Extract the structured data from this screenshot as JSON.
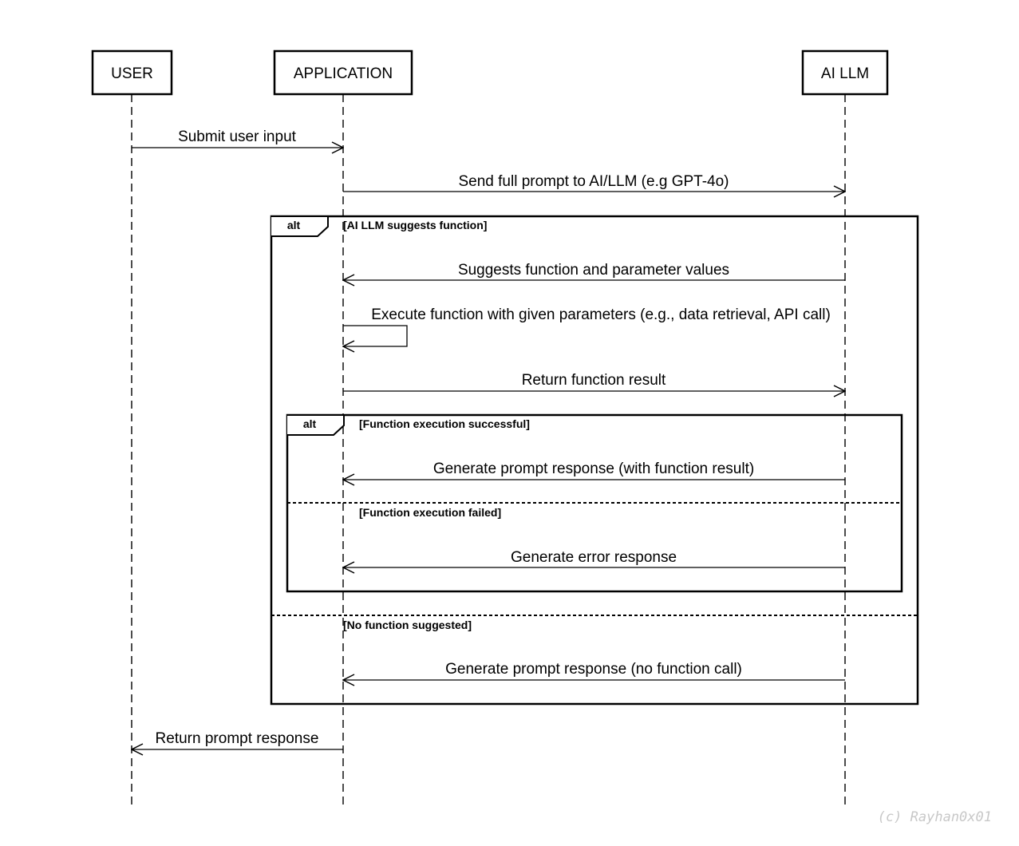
{
  "participants": {
    "user": "USER",
    "application": "APPLICATION",
    "ai_llm": "AI LLM"
  },
  "messages": {
    "submit_input": "Submit user input",
    "send_prompt": "Send full prompt to AI/LLM (e.g GPT-4o)",
    "suggests_function": "Suggests function and parameter values",
    "execute_function": "Execute function with given parameters (e.g., data retrieval, API call)",
    "return_result": "Return function result",
    "generate_with_result": "Generate prompt response (with function result)",
    "generate_error": "Generate error response",
    "generate_no_call": "Generate prompt response (no function call)",
    "return_response": "Return prompt response"
  },
  "frames": {
    "outer": {
      "operator": "alt",
      "guard_1": "[AI LLM suggests function]",
      "guard_2": "[No function suggested]"
    },
    "inner": {
      "operator": "alt",
      "guard_1": "[Function execution successful]",
      "guard_2": "[Function execution failed]"
    }
  },
  "watermark": "(c) Rayhan0x01",
  "colors": {
    "line": "#000000",
    "watermark": "#c8c8c8"
  }
}
